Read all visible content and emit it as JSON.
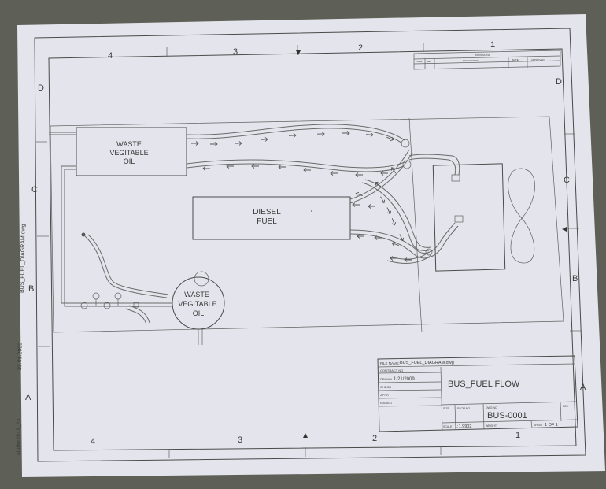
{
  "border": {
    "top_zones": [
      "4",
      "3",
      "2",
      "1"
    ],
    "bottom_zones": [
      "4",
      "3",
      "2",
      "1"
    ],
    "left_zones": [
      "D",
      "C",
      "B",
      "A"
    ],
    "right_zones": [
      "D",
      "C",
      "B",
      "A"
    ]
  },
  "revisions": {
    "title": "REVISIONS",
    "columns": [
      "ZONE",
      "REV",
      "DESCRIPTION",
      "DATE",
      "APPROVED"
    ]
  },
  "side_text": {
    "filename": "BUS_FUEL_DIAGRAM.dwg",
    "date": "23.01.2009",
    "user": "student913_23"
  },
  "components": {
    "wvo_tank_top": [
      "WASTE",
      "VEGITABLE",
      "OIL"
    ],
    "diesel_tank": [
      "DIESEL",
      "FUEL"
    ],
    "wvo_tank_round": [
      "WASTE",
      "VEGITABLE",
      "OIL"
    ]
  },
  "title_block": {
    "file_name_label": "FILE NAME:",
    "file_name_value": "BUS_FUEL_DIAGRAM.dwg",
    "contract_no": "CONTRACT NO",
    "drawn_label": "DRAWN",
    "drawn_value": "1/21/2009",
    "check": "CHECK",
    "appr": "APPR",
    "issued": "ISSUED",
    "title": "BUS_FUEL FLOW",
    "size_label": "SIZE",
    "fscm_label": "FSCM NO",
    "dwg_no_label": "DWG NO",
    "dwg_no_value": "BUS-0001",
    "rev_label": "REV",
    "scale_label": "SCALE",
    "scale_value": "1:1.9902",
    "weight_label": "WEIGHT",
    "sheet_label": "SHEET",
    "sheet_value": "1 OF 1"
  }
}
